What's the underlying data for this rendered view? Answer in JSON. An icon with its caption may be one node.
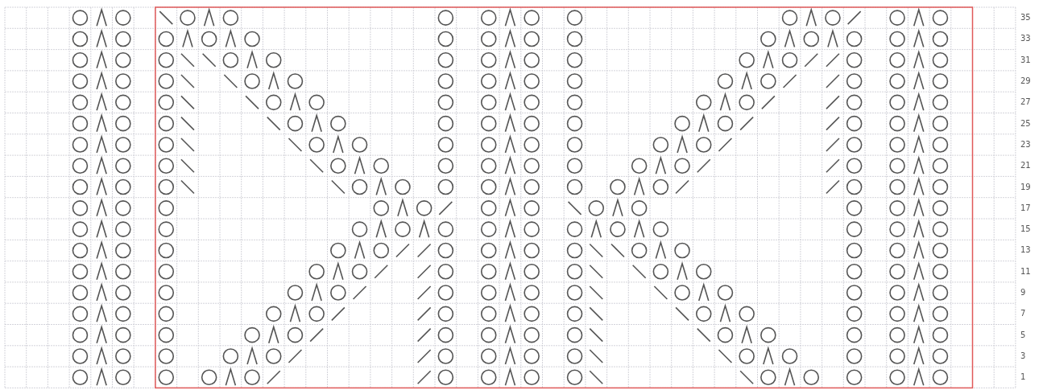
{
  "diagram": {
    "labels": [
      "35",
      "33",
      "31",
      "29",
      "27",
      "25",
      "23",
      "21",
      "19",
      "17",
      "15",
      "13",
      "11",
      "9",
      "7",
      "5",
      "3",
      "1"
    ]
  }
}
